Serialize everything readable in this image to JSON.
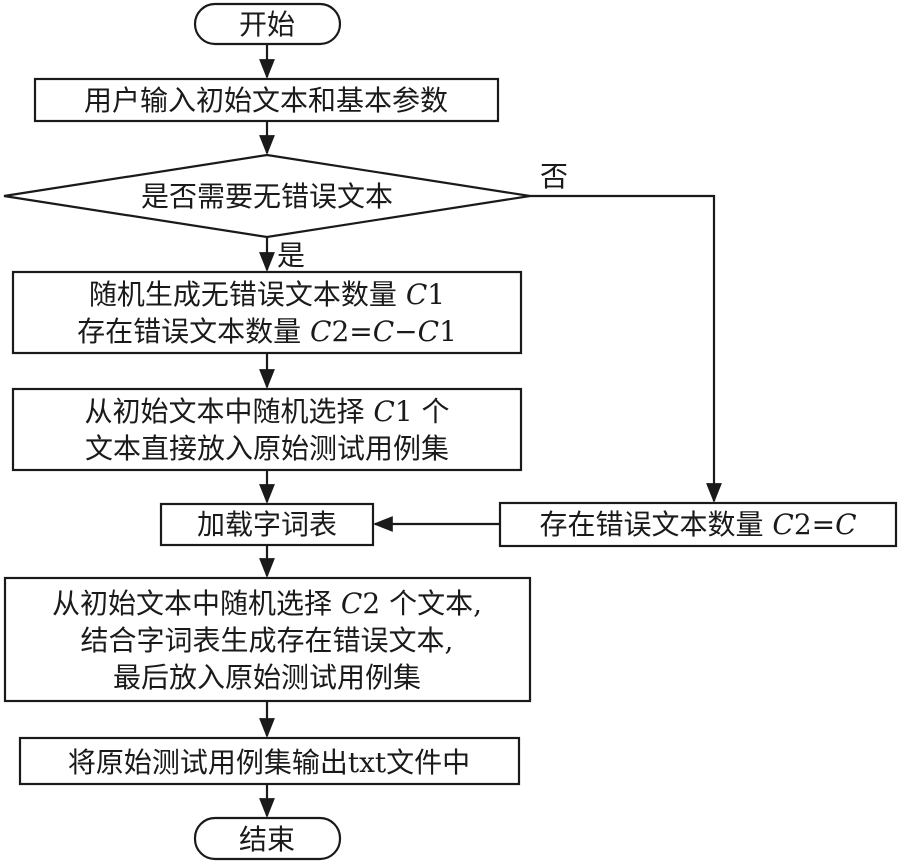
{
  "flowchart": {
    "start": "开始",
    "input": "用户输入初始文本和基本参数",
    "decision": "是否需要无错误文本",
    "yes_label": "是",
    "no_label": "否",
    "gen_line1": {
      "text": "随机生成无错误文本数量 ",
      "var": "C",
      "suffix": "1"
    },
    "gen_line2": {
      "text": "存在错误文本数量 ",
      "var": "C",
      "mid": "2=",
      "var2": "C",
      "tail": "−",
      "var3": "C",
      "end": "1"
    },
    "select1_line1": {
      "text": "从初始文本中随机选择 ",
      "var": "C",
      "suffix": "1 个"
    },
    "select1_line2": "文本直接放入原始测试用例集",
    "load_dict": "加载字词表",
    "no_branch": {
      "text": "存在错误文本数量 ",
      "var": "C",
      "mid": "2=",
      "var2": "C"
    },
    "select2_line1": {
      "text": "从初始文本中随机选择 ",
      "var": "C",
      "suffix": "2 个文本,"
    },
    "select2_line2": "结合字词表生成存在错误文本,",
    "select2_line3": "最后放入原始测试用例集",
    "output": "将原始测试用例集输出txt文件中",
    "end": "结束"
  }
}
